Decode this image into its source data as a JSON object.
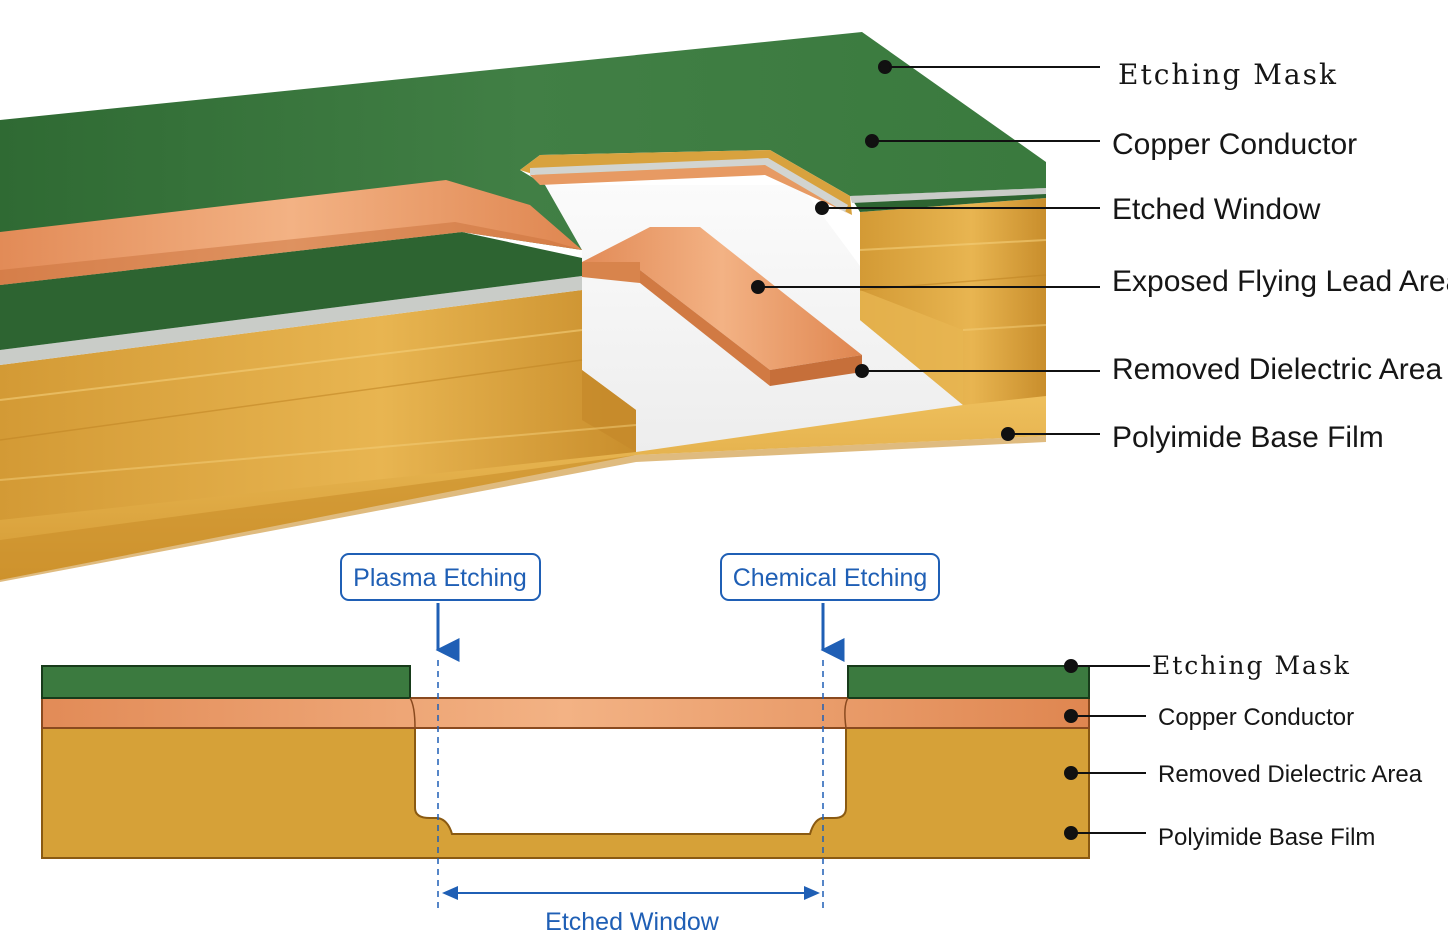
{
  "colors": {
    "mask": "#3b7a3f",
    "mask_dark": "#2f6734",
    "copper": "#e08a55",
    "copper_light": "#f0a874",
    "polyimide": "#d9a33d",
    "polyimide_light": "#eec05a",
    "polyimide_dark": "#b98425",
    "silver": "#c9ccc8",
    "window": "#f4f4f4",
    "accent_blue": "#1f5fb5",
    "leader": "#111111"
  },
  "top_labels": [
    "Etching Mask",
    "Copper Conductor",
    "Etched Window",
    "Exposed Flying Lead Area",
    "Removed Dielectric Area",
    "Polyimide Base Film"
  ],
  "cross_section_labels": [
    "Etching Mask",
    "Copper Conductor",
    "Removed Dielectric Area",
    "Polyimide Base Film"
  ],
  "callouts": {
    "left": "Plasma Etching",
    "right": "Chemical Etching"
  },
  "dimension_label": "Etched Window"
}
